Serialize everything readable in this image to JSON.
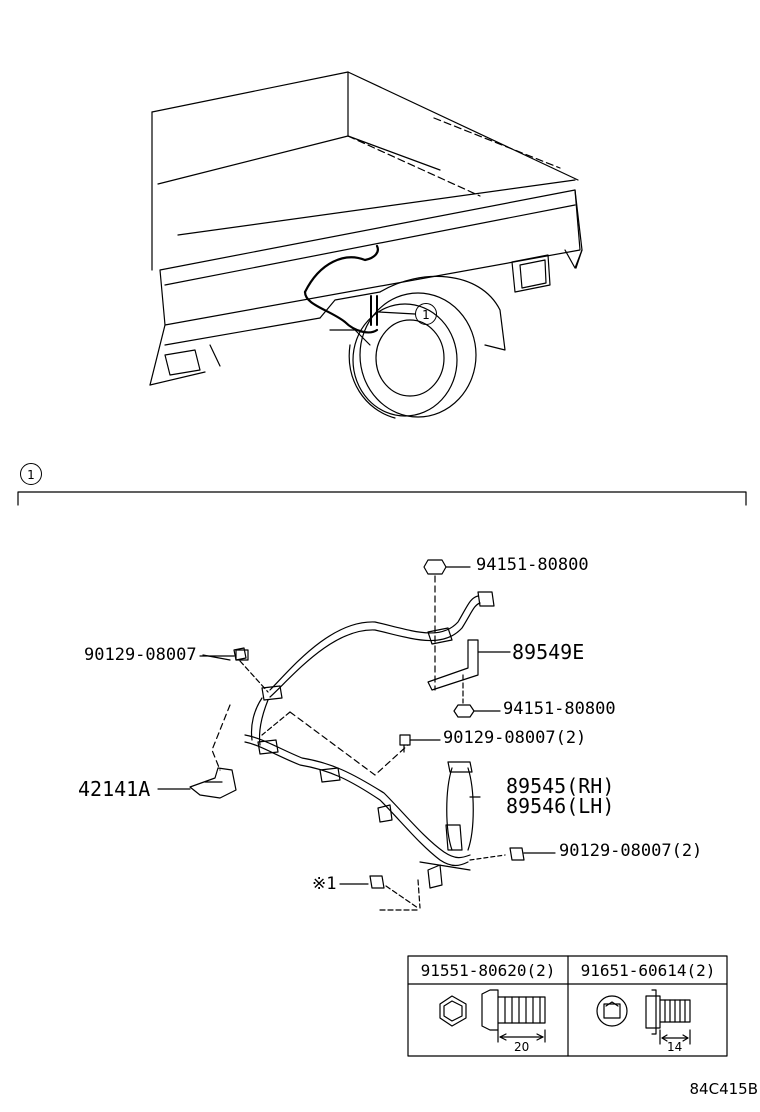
{
  "callout_label": "1",
  "parts": {
    "nut_top": "94151-80800",
    "bracket": "89549E",
    "nut_lower": "94151-80800",
    "bolt_left": "90129-08007",
    "bolt_mid": "90129-08007(2)",
    "bolt_right": "90129-08007(2)",
    "sensor_rh": "89545(RH)",
    "sensor_lh": "89546(LH)",
    "hub": "42141A",
    "note_bolt": "※1"
  },
  "bolt_table": {
    "columns": [
      {
        "part": "91551-80620(2)",
        "length": "20"
      },
      {
        "part": "91651-60614(2)",
        "length": "14"
      }
    ]
  },
  "diagram_code": "84C415B"
}
